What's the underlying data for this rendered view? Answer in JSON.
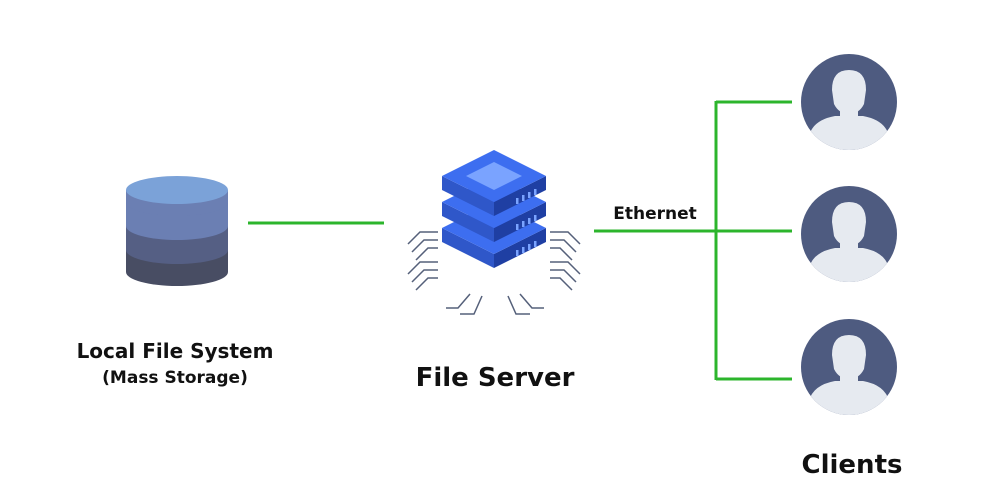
{
  "diagram": {
    "storage": {
      "title": "Local File System",
      "subtitle": "(Mass Storage)",
      "icon": "database-icon"
    },
    "server": {
      "title": "File Server",
      "icon": "server-rack-icon"
    },
    "network": {
      "label": "Ethernet"
    },
    "clients": {
      "title": "Clients",
      "count": 3,
      "icon": "user-avatar-icon"
    }
  },
  "colors": {
    "connector": "#2cb52c",
    "db_top": "#7ba2d8",
    "db_band1": "#6b7fb3",
    "db_band2": "#555f84",
    "db_band3": "#484d63",
    "server_blue": "#3d6ef0",
    "server_light": "#7aa3ff",
    "avatar_bg": "#4e5b80",
    "avatar_figure": "#e6eaf0",
    "circuit": "#55607a"
  }
}
